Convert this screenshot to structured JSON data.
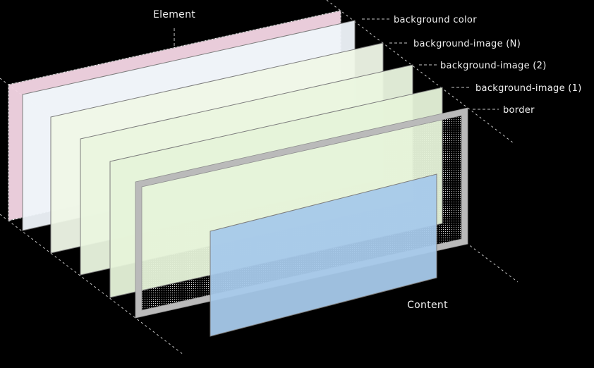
{
  "canvas": {
    "background": "#000000"
  },
  "labels": {
    "element": "Element",
    "background_color": "background color",
    "background_image_n": "background-image (N)",
    "background_image_2": "background-image (2)",
    "background_image_1": "background-image (1)",
    "border": "border",
    "content": "Content"
  },
  "layer_colors": {
    "element": "#f6d7e6",
    "background_color": "#eff4fa",
    "background_image_n": "#eff7e7",
    "background_image_2": "#eaf5df",
    "background_image_1": "#e6f3d9",
    "border": "#bababa",
    "content": "#a7c9ea"
  },
  "line_colors": {
    "dashed_guides": "#c9c9c9",
    "layer_outline": "#7d7d7d",
    "element_dashed_edge": "#ffffff"
  },
  "text_color": "#f0f0f0"
}
